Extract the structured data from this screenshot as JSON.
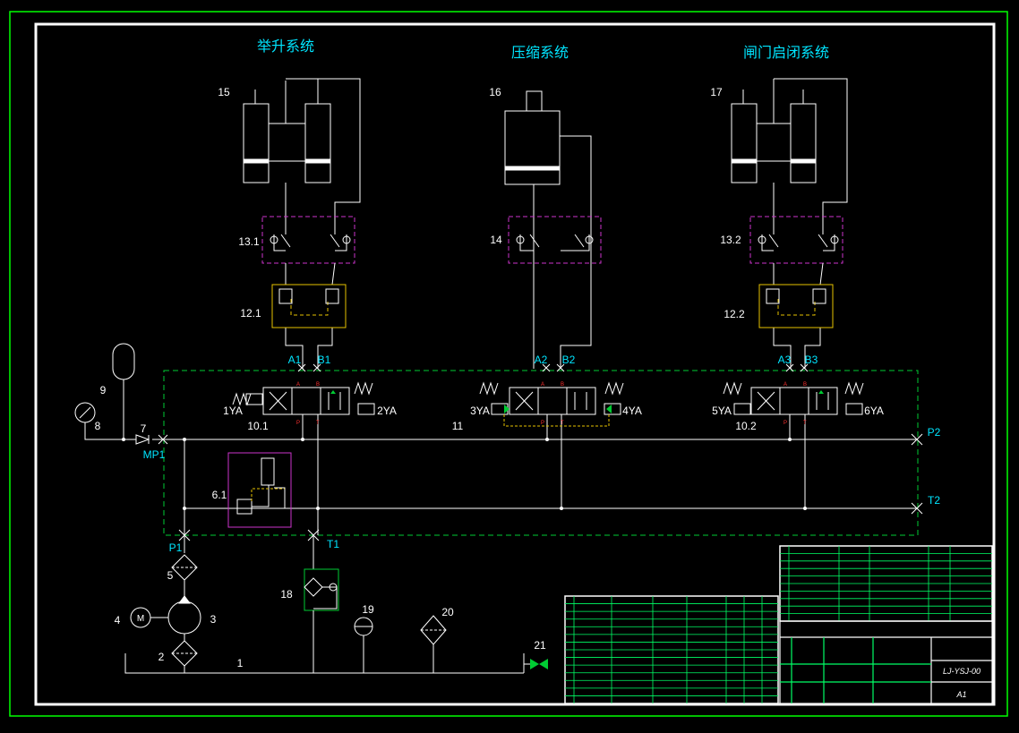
{
  "titles": {
    "lift": "举升系统",
    "compress": "压缩系统",
    "gate": "闸门启闭系统"
  },
  "components": {
    "c15": "15",
    "c16": "16",
    "c17": "17",
    "c13_1": "13.1",
    "c14": "14",
    "c13_2": "13.2",
    "c12_1": "12.1",
    "c12_2": "12.2",
    "c10_1": "10.1",
    "c11": "11",
    "c10_2": "10.2",
    "c9": "9",
    "c8": "8",
    "c7": "7",
    "c6_1": "6.1",
    "c5": "5",
    "c4": "4",
    "c3": "3",
    "c2": "2",
    "c1": "1",
    "c18": "18",
    "c19": "19",
    "c20": "20",
    "c21": "21"
  },
  "ports": {
    "A1": "A1",
    "B1": "B1",
    "A2": "A2",
    "B2": "B2",
    "A3": "A3",
    "B3": "B3",
    "P1": "P1",
    "T1": "T1",
    "P2": "P2",
    "T2": "T2",
    "MP1": "MP1"
  },
  "solenoids": {
    "s1": "1YA",
    "s2": "2YA",
    "s3": "3YA",
    "s4": "4YA",
    "s5": "5YA",
    "s6": "6YA"
  },
  "valve_ports": {
    "A": "A",
    "B": "B",
    "P": "P",
    "T": "T"
  },
  "motor_symbol": "M",
  "title_block": {
    "drawing_no": "LJ-YSJ-00",
    "sheet": "A1"
  },
  "colors": {
    "frame": "#00ff00",
    "border": "#ffffff",
    "circuit": "#ffffff",
    "module": "#cc33cc",
    "pilot": "#e6c200",
    "manifold": "#00cc33",
    "label": "#00e5ff"
  }
}
